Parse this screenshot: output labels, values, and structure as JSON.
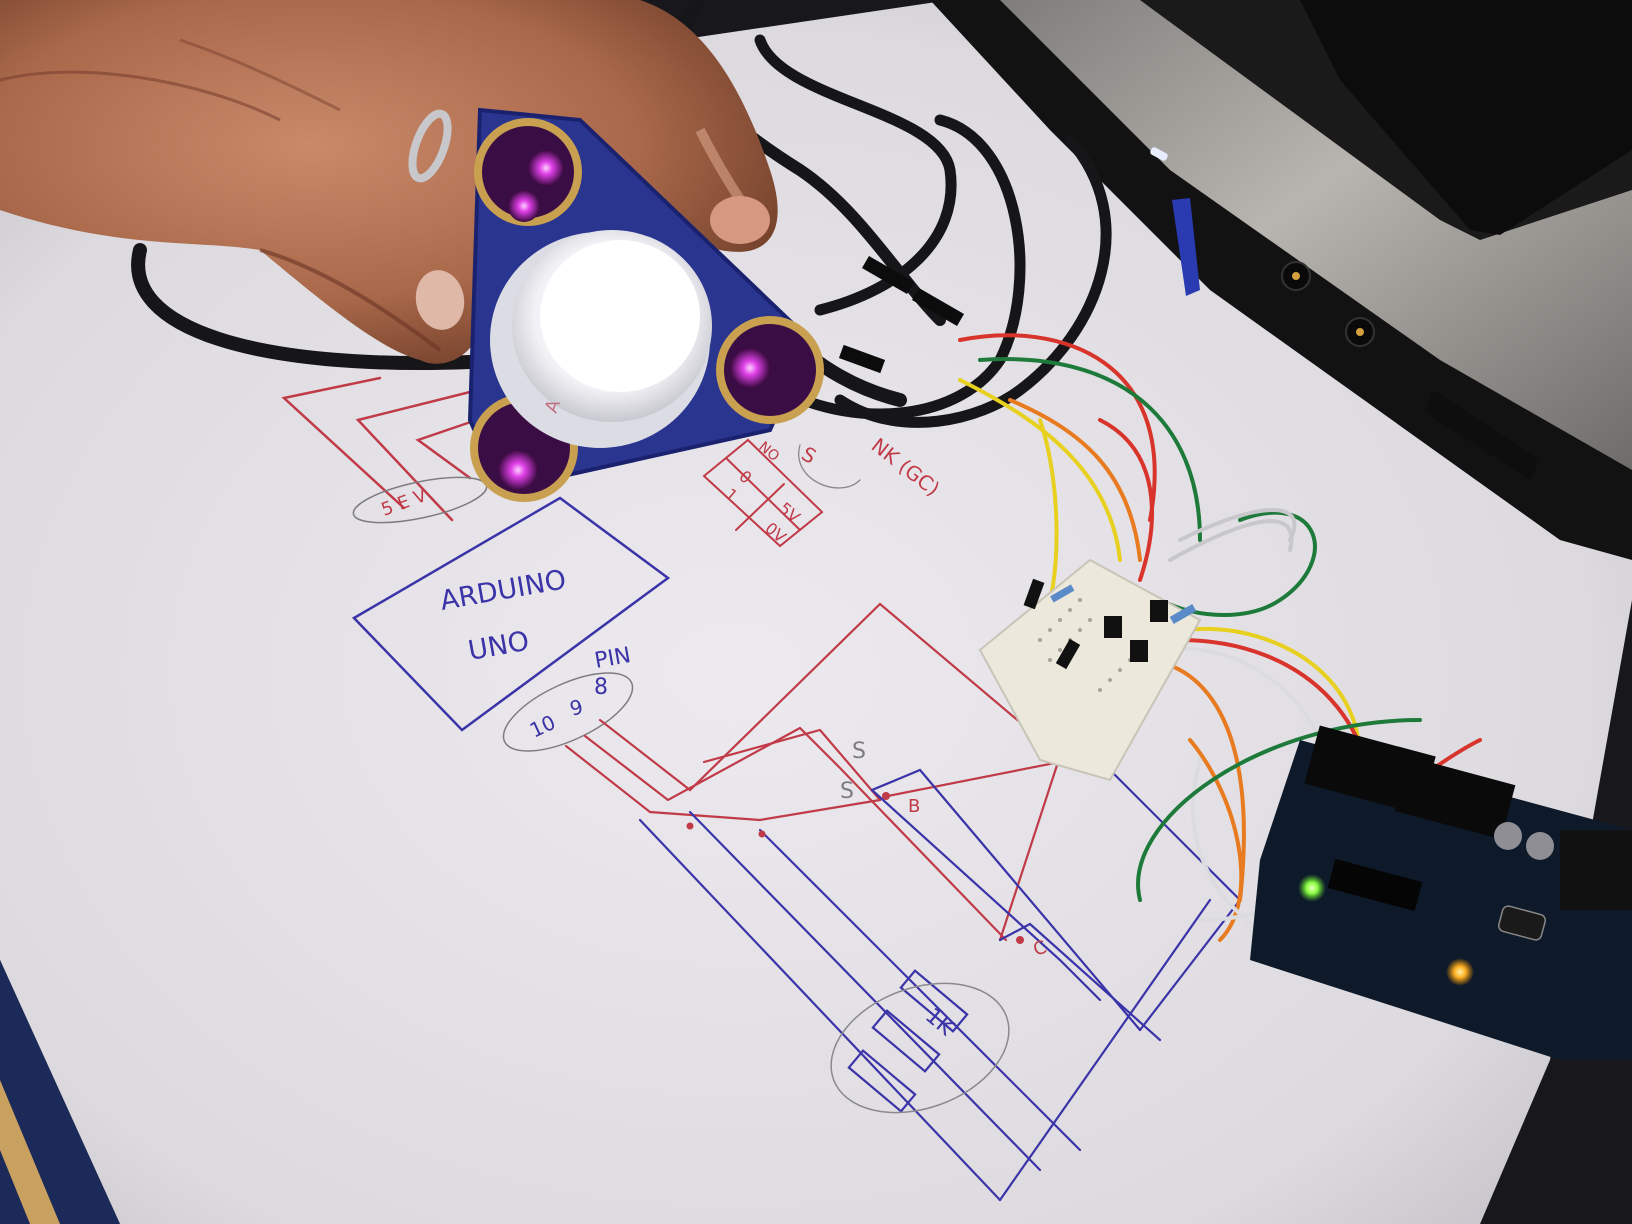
{
  "photo": {
    "subject": "Hand holding triple IR sensor module over hand-drawn Arduino schematic",
    "colors": {
      "paper": "#e6e4e8",
      "blue_ink": "#3b33a8",
      "red_ink": "#c03a48",
      "pencil": "#7d7c80",
      "sensor_housing": "#2a3590",
      "ir_led_glow": "#e040e8",
      "laptop_silver": "#9a9894",
      "laptop_black": "#141414",
      "arduino_board": "#0e1a2a",
      "power_led_green": "#8aff40",
      "tx_led_amber": "#ffb020",
      "laptop_led": "#e8ecff"
    }
  },
  "schematic": {
    "arduino_label_line1": "ARDUINO",
    "arduino_label_line2": "UNO",
    "pin_label": "PIN",
    "pins": [
      "8",
      "9",
      "10"
    ],
    "sensor_pin_labels": "5 E V",
    "truth_table": {
      "rows": [
        [
          "0",
          "5V"
        ],
        [
          "1",
          "0V"
        ]
      ]
    },
    "partial_label_top": "NO",
    "partial_label_s": "S",
    "sink_label": "NK (GC)",
    "transistor_labels": {
      "base": "B",
      "collector": "C"
    },
    "s_marks": [
      "S",
      "S"
    ],
    "resistor_label": "1K"
  },
  "sensor_module": {
    "cap_marking": "A",
    "ir_receivers": 3
  }
}
